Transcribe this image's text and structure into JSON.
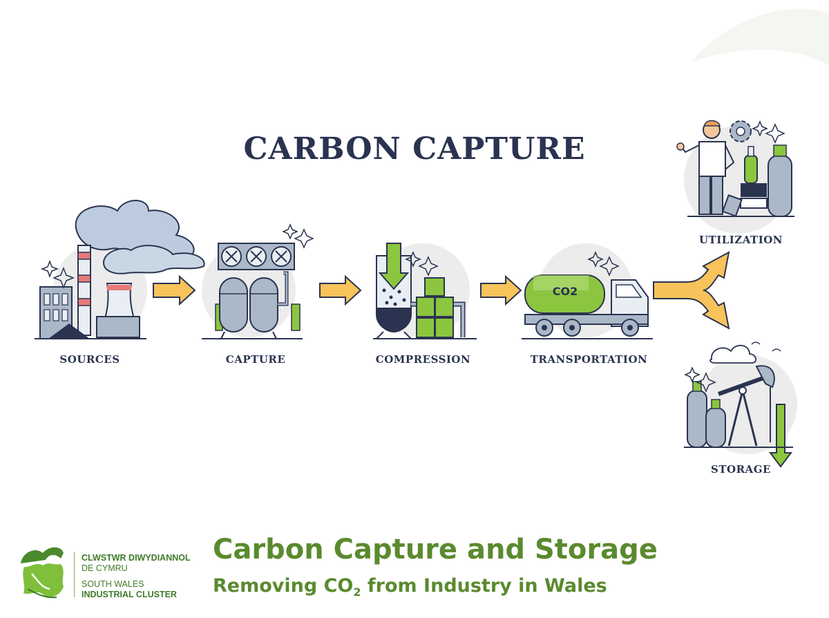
{
  "diagram": {
    "title": "CARBON CAPTURE",
    "stages": [
      {
        "id": "sources",
        "label": "SOURCES"
      },
      {
        "id": "capture",
        "label": "CAPTURE"
      },
      {
        "id": "compression",
        "label": "COMPRESSION"
      },
      {
        "id": "transportation",
        "label": "TRANSPORTATION"
      },
      {
        "id": "utilization",
        "label": "UTILIZATION"
      },
      {
        "id": "storage",
        "label": "STORAGE"
      }
    ],
    "truck_tank_label": "CO2",
    "colors": {
      "arrow": "#f7c35a",
      "green": "#8cc63f",
      "steel": "#aab8c8",
      "outline": "#2a3350",
      "circle": "#ececec"
    }
  },
  "footer": {
    "title": "Carbon Capture and Storage",
    "subtitle_pre": "Removing CO",
    "subtitle_sub": "2",
    "subtitle_post": " from Industry in Wales"
  },
  "logo": {
    "line1": "CLWSTWR DIWYDIANNOL",
    "line2": "DE CYMRU",
    "line3": "SOUTH WALES",
    "line4": "INDUSTRIAL CLUSTER"
  }
}
